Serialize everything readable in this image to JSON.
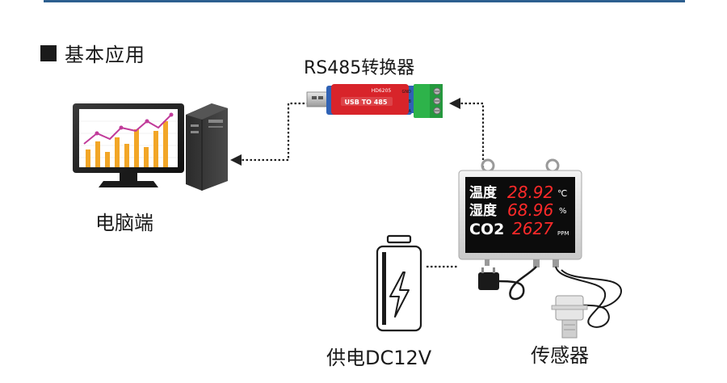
{
  "section": {
    "title": "基本应用"
  },
  "nodes": {
    "converter": {
      "label": "RS485转换器",
      "usb_text": "USB TO 485",
      "model": "HD6205",
      "pins": [
        "GND",
        "B",
        "A"
      ]
    },
    "computer": {
      "label": "电脑端"
    },
    "power": {
      "label": "供电DC12V"
    },
    "sensor": {
      "label": "传感器"
    },
    "display": {
      "rows": [
        {
          "name": "温度",
          "value": "28.92",
          "unit": "℃"
        },
        {
          "name": "湿度",
          "value": "68.96",
          "unit": "%"
        },
        {
          "name": "CO2",
          "value": "2627",
          "unit": "PPM"
        }
      ]
    }
  },
  "colors": {
    "accent_line": "#2d5f8f",
    "led_red": "#ff2a2a",
    "connector_green": "#2db34a",
    "usb_red": "#d8242a",
    "usb_blue": "#2f62b5"
  },
  "icons": [
    "monitor-icon",
    "pc-tower-icon",
    "battery-icon",
    "lightning-icon",
    "adapter-icon",
    "sensor-probe-icon"
  ]
}
